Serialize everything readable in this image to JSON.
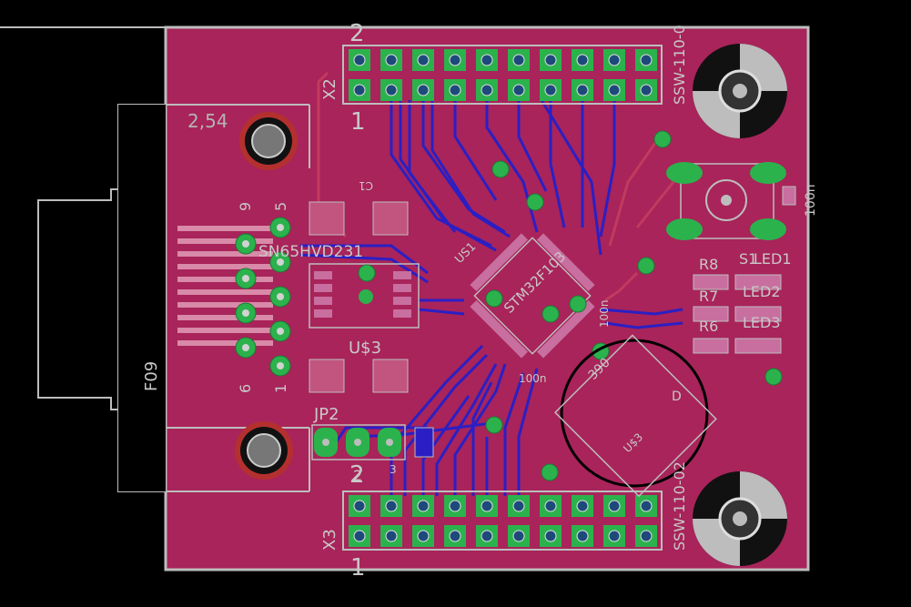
{
  "colors": {
    "background": "#000000",
    "board": "#a8245a",
    "board_edge": "#bdbdbd",
    "trace_top": "#c23a5e",
    "trace_bottom": "#2b1fc4",
    "pad": "#2bb24c",
    "silk": "#c8c8c8",
    "drill": "#b4b4b4"
  },
  "labels": {
    "x2_pin2": "2",
    "x2_pin1": "1",
    "x2_name": "X2",
    "x3_pin2": "2",
    "x3_pin1": "1",
    "x3_name": "X3",
    "ssw_top": "SSW-110-0",
    "ssw_bottom": "SSW-110-02",
    "drill_size": "2,54",
    "sub_pin9": "9",
    "sub_pin5": "5",
    "sub_pin6": "6",
    "sub_pin1": "1",
    "connector": "F09",
    "transceiver": "SN65HVD231",
    "u3": "U$3",
    "jp2": "JP2",
    "jp_pin2": "2",
    "jp_pin3": "3",
    "mcu": "STM32F103",
    "us1": "US1",
    "c_mcu": "100n",
    "c_right": "100n",
    "c_bottom": "100n",
    "r_390": "390",
    "s1": "S1",
    "r8": "R8",
    "r7": "R7",
    "r6": "R6",
    "led1": "LED1",
    "led2": "LED2",
    "led3": "LED3",
    "c1": "C1",
    "u3b": "U$3",
    "d": "D"
  }
}
